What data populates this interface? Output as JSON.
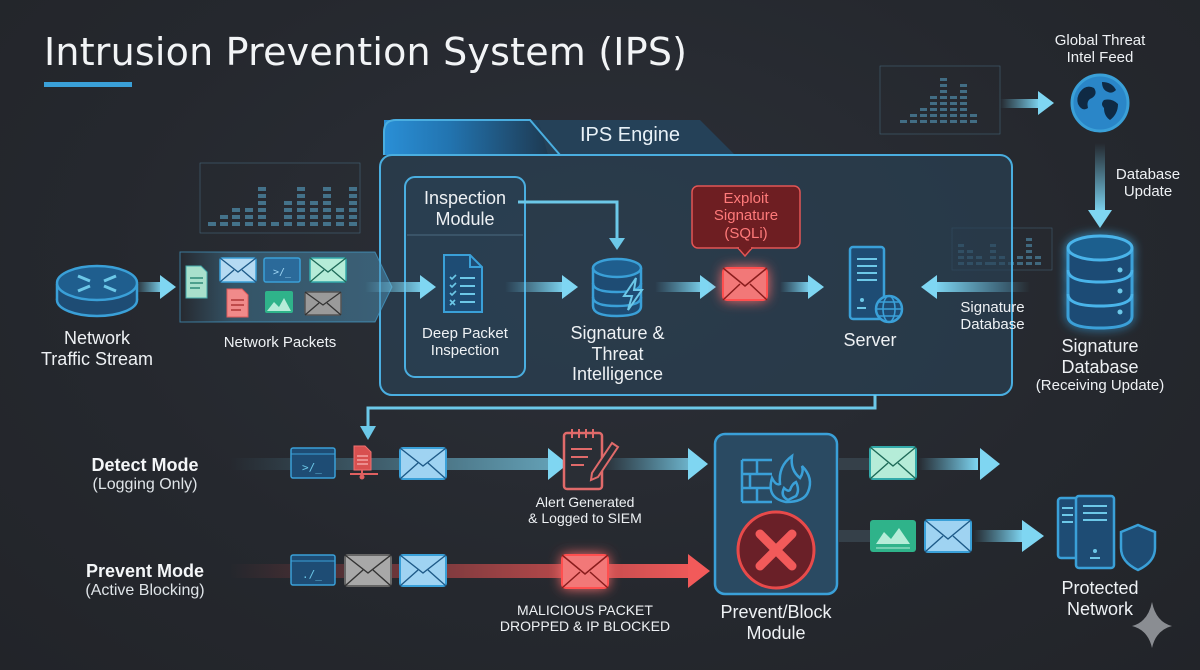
{
  "title": "Intrusion Prevention System (IPS)",
  "colors": {
    "background": "#25282e",
    "accent_blue": "#3aa0d8",
    "flow_cyan": "#6cc8e8",
    "alert_red": "#e84a4a",
    "packet_green": "#2fb38a"
  },
  "top_flow": {
    "source": {
      "label_line1": "Network",
      "label_line2": "Traffic Stream",
      "icon": "router-icon"
    },
    "packets": {
      "label": "Network Packets",
      "icons": [
        "document-icon",
        "email-icon",
        "terminal-icon",
        "email-icon",
        "pdf-icon",
        "image-icon",
        "email-icon"
      ]
    },
    "engine": {
      "title": "IPS Engine",
      "inspection_module": {
        "title_line1": "Inspection",
        "title_line2": "Module",
        "label_line1": "Deep Packet",
        "label_line2": "Inspection",
        "icon": "checklist-icon"
      },
      "signature": {
        "label_line1": "Signature &",
        "label_line2": "Threat",
        "label_line3": "Intelligence",
        "icon": "database-bolt-icon"
      },
      "exploit_callout": {
        "line1": "Exploit",
        "line2": "Signature",
        "line3": "(SQLi)",
        "icon": "malicious-email-icon"
      },
      "server": {
        "label": "Server",
        "icon": "server-globe-icon"
      }
    },
    "global_feed": {
      "label_line1": "Global Threat",
      "label_line2": "Intel Feed",
      "icon": "globe-icon"
    },
    "db_update": {
      "label_line1": "Database",
      "label_line2": "Update"
    },
    "sig_db_arrow": {
      "label_line1": "Signature",
      "label_line2": "Database"
    },
    "sig_db_node": {
      "label_line1": "Signature",
      "label_line2": "Database",
      "label_line3": "(Receiving Update)",
      "icon": "database-icon"
    }
  },
  "modes": [
    {
      "name": "Detect Mode",
      "sub": "(Logging Only)",
      "event_line1": "Alert Generated",
      "event_line2": "& Logged to SIEM",
      "event_icon": "notepad-pencil-icon"
    },
    {
      "name": "Prevent Mode",
      "sub": "(Active Blocking)",
      "event_line1": "MALICIOUS PACKET",
      "event_line2": "DROPPED & IP BLOCKED",
      "event_icon": "malicious-email-icon"
    }
  ],
  "block_module": {
    "label_line1": "Prevent/Block",
    "label_line2": "Module",
    "icons": [
      "firewall-icon",
      "block-x-icon"
    ]
  },
  "protected": {
    "label_line1": "Protected",
    "label_line2": "Network",
    "icon": "server-shield-icon"
  }
}
